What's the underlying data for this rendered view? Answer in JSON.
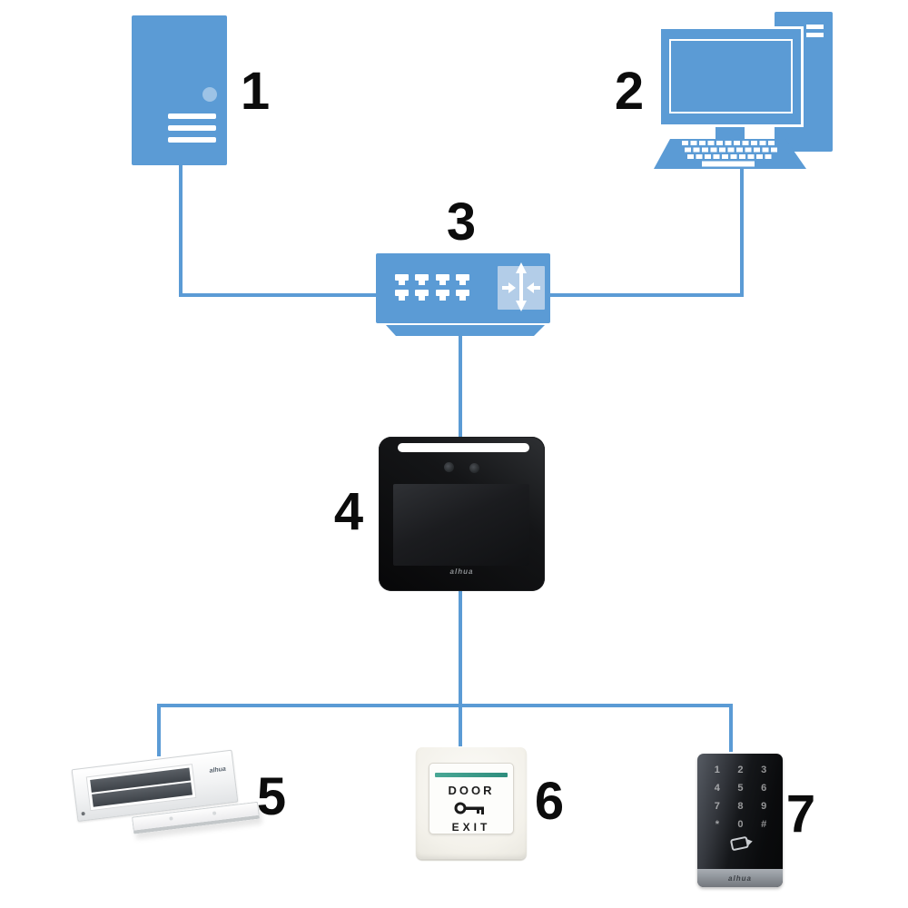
{
  "diagram": {
    "title_visible": false,
    "colors": {
      "accent_blue": "#5B9BD5",
      "accent_light_blue": "#9DC3E6",
      "switch_panel_blue": "#B3CDE8",
      "exit_stripe_teal": "#2E8D7D",
      "terminal_black": "#0B0B0C"
    },
    "nodes": [
      {
        "id": "1",
        "label": "1",
        "name": "server",
        "icon": "server-tower-icon"
      },
      {
        "id": "2",
        "label": "2",
        "name": "management-computer",
        "icon": "desktop-computer-icon"
      },
      {
        "id": "3",
        "label": "3",
        "name": "network-switch",
        "icon": "network-switch-icon"
      },
      {
        "id": "4",
        "label": "4",
        "name": "face-access-terminal",
        "icon": "access-terminal-device"
      },
      {
        "id": "5",
        "label": "5",
        "name": "magnetic-lock",
        "icon": "magnetic-lock-device"
      },
      {
        "id": "6",
        "label": "6",
        "name": "door-exit-button",
        "icon": "exit-button-device"
      },
      {
        "id": "7",
        "label": "7",
        "name": "card-reader-keypad",
        "icon": "card-reader-device"
      }
    ],
    "edges": [
      [
        "1",
        "3"
      ],
      [
        "2",
        "3"
      ],
      [
        "3",
        "4"
      ],
      [
        "4",
        "5"
      ],
      [
        "4",
        "6"
      ],
      [
        "4",
        "7"
      ]
    ],
    "exit_button": {
      "line1": "DOOR",
      "line2": "EXIT"
    },
    "keypad": [
      "1",
      "2",
      "3",
      "4",
      "5",
      "6",
      "7",
      "8",
      "9",
      "*",
      "0",
      "#"
    ],
    "brand_logo": "alhua"
  }
}
